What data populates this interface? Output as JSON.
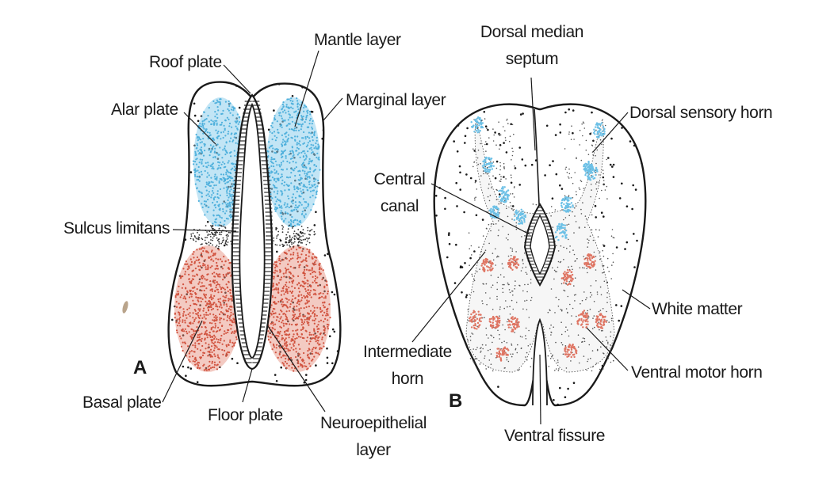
{
  "panels": {
    "a": {
      "letter": "A",
      "labels": {
        "roof_plate": "Roof plate",
        "mantle_layer": "Mantle layer",
        "alar_plate": "Alar plate",
        "marginal_layer": "Marginal layer",
        "sulcus_limitans": "Sulcus limitans",
        "basal_plate": "Basal plate",
        "floor_plate": "Floor plate",
        "neuroepithelial_line1": "Neuroepithelial",
        "neuroepithelial_line2": "layer"
      }
    },
    "b": {
      "letter": "B",
      "labels": {
        "dorsal_median_line1": "Dorsal median",
        "dorsal_median_line2": "septum",
        "dorsal_sensory_horn": "Dorsal sensory horn",
        "central_canal_line1": "Central",
        "central_canal_line2": "canal",
        "white_matter": "White matter",
        "intermediate_line1": "Intermediate",
        "intermediate_line2": "horn",
        "ventral_motor_horn": "Ventral motor horn",
        "ventral_fissure": "Ventral fissure"
      }
    }
  },
  "colors": {
    "alar_blue": "#8fd0ec",
    "basal_red": "#e48a78",
    "outline": "#1a1a1a"
  }
}
